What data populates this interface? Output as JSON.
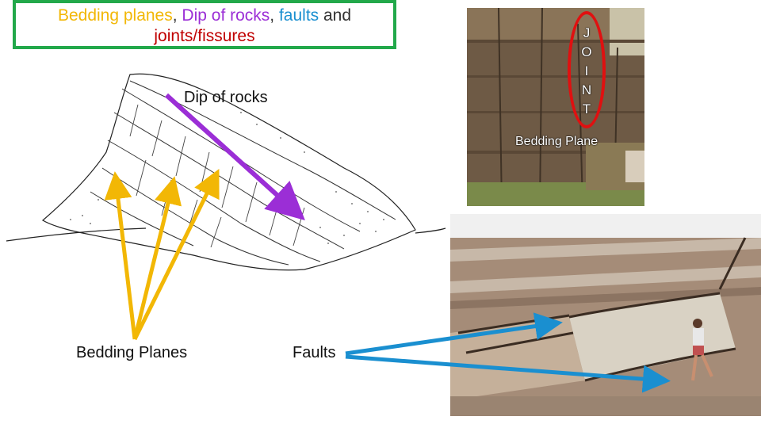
{
  "title": {
    "part1": "Bedding planes",
    "sep1": ", ",
    "part2": "Dip of rocks",
    "sep2": ", ",
    "part3": "faults",
    "part4": " and",
    "part5": "joints/fissures"
  },
  "labels": {
    "dip": "Dip of rocks",
    "bedding_planes": "Bedding Planes",
    "faults": "Faults"
  },
  "joint_photo": {
    "letters": [
      "J",
      "O",
      "I",
      "N",
      "T"
    ],
    "bedding_plane": "Bedding Plane"
  },
  "colors": {
    "title_border": "#22a84a",
    "bedding": "#f2b705",
    "dip": "#9b2ed6",
    "faults": "#1a8fd0",
    "joints": "#c00000",
    "joint_oval": "#e01010"
  }
}
